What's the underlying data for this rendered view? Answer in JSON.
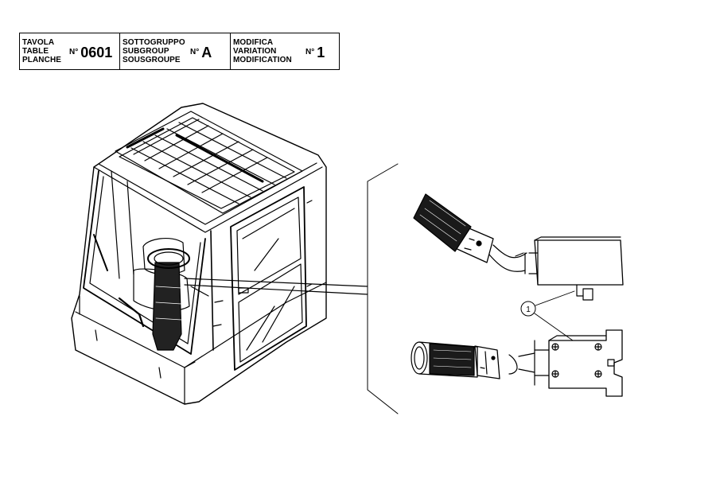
{
  "title_block": {
    "table": {
      "labels": [
        "TAVOLA",
        "TABLE",
        "PLANCHE"
      ],
      "number_prefix": "N°",
      "number": "0601"
    },
    "subgroup": {
      "labels": [
        "SOTTOGRUPPO",
        "SUBGROUP",
        "SOUSGROUPE"
      ],
      "number_prefix": "N°",
      "number": "A"
    },
    "modification": {
      "labels": [
        "MODIFICA",
        "VARIATION",
        "MODIFICATION"
      ],
      "number_prefix": "N°",
      "number": "1"
    }
  },
  "callout": {
    "label": "1"
  }
}
